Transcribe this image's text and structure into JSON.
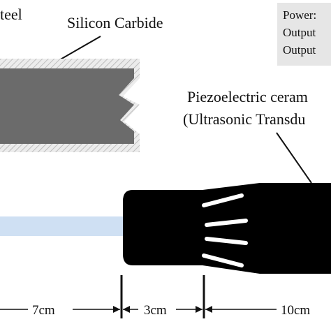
{
  "labels": {
    "steel": "teel",
    "silicon_carbide": "Silicon Carbide",
    "piezo_line1": "Piezoelectric ceram",
    "piezo_line2": "(Ultrasonic Transdu"
  },
  "info_box": {
    "lines": [
      "Power:",
      "Output",
      "Output"
    ]
  },
  "dimensions": [
    "7cm",
    "3cm",
    "10cm"
  ],
  "colors": {
    "silicon_carbide": "#6b6b6b",
    "hatch_border": "#d0d0d0",
    "transducer": "#000000",
    "water_jet": "#cfe0f3",
    "info_box_bg": "#e6e6e6"
  }
}
